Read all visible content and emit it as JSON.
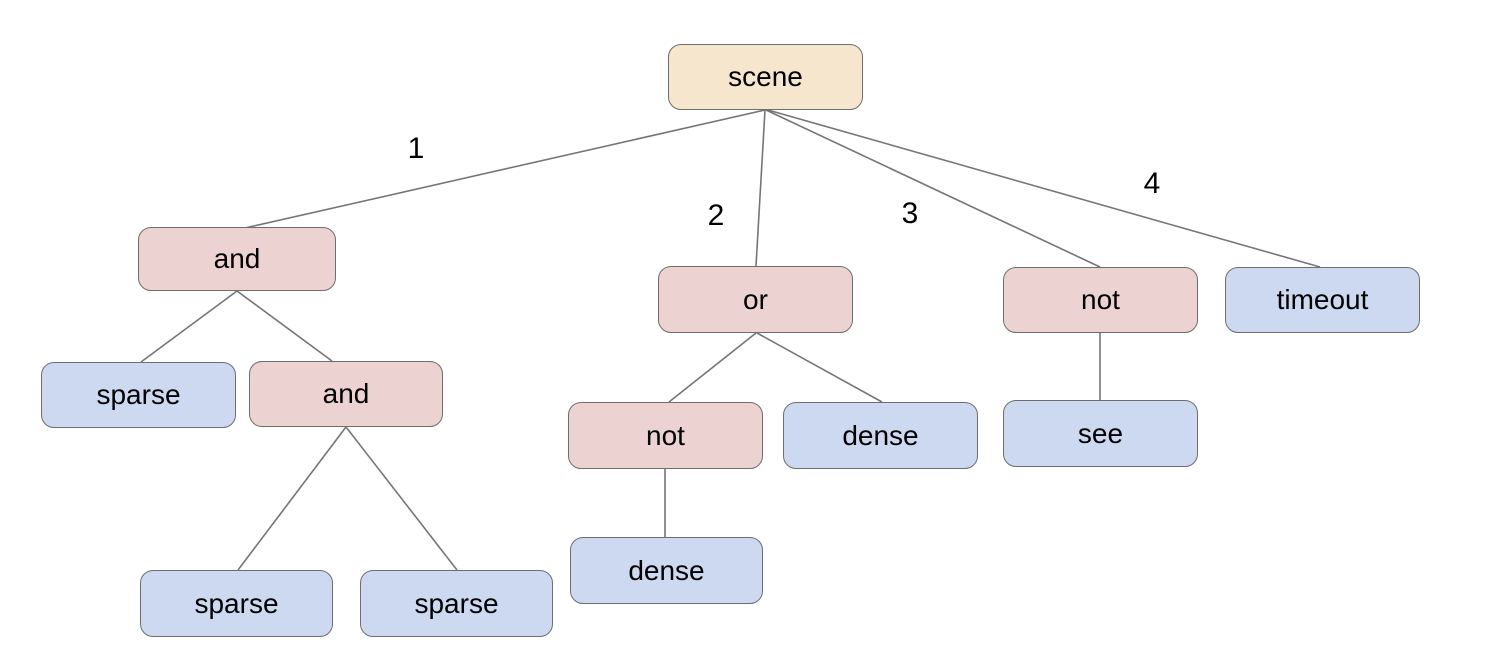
{
  "diagram": {
    "nodes": [
      {
        "id": "scene",
        "label": "scene",
        "role": "root"
      },
      {
        "id": "and-1",
        "label": "and",
        "role": "operator"
      },
      {
        "id": "or-1",
        "label": "or",
        "role": "operator"
      },
      {
        "id": "not-1",
        "label": "not",
        "role": "operator"
      },
      {
        "id": "timeout",
        "label": "timeout",
        "role": "leaf"
      },
      {
        "id": "sparse-1",
        "label": "sparse",
        "role": "leaf"
      },
      {
        "id": "and-2",
        "label": "and",
        "role": "operator"
      },
      {
        "id": "not-2",
        "label": "not",
        "role": "operator"
      },
      {
        "id": "dense-1",
        "label": "dense",
        "role": "leaf"
      },
      {
        "id": "see",
        "label": "see",
        "role": "leaf"
      },
      {
        "id": "dense-2",
        "label": "dense",
        "role": "leaf"
      },
      {
        "id": "sparse-2",
        "label": "sparse",
        "role": "leaf"
      },
      {
        "id": "sparse-3",
        "label": "sparse",
        "role": "leaf"
      }
    ],
    "edge_labels": [
      "1",
      "2",
      "3",
      "4"
    ],
    "edges": [
      {
        "from": "scene",
        "to": "and-1",
        "label": "1"
      },
      {
        "from": "scene",
        "to": "or-1",
        "label": "2"
      },
      {
        "from": "scene",
        "to": "not-1",
        "label": "3"
      },
      {
        "from": "scene",
        "to": "timeout",
        "label": "4"
      },
      {
        "from": "and-1",
        "to": "sparse-1"
      },
      {
        "from": "and-1",
        "to": "and-2"
      },
      {
        "from": "and-2",
        "to": "sparse-2"
      },
      {
        "from": "and-2",
        "to": "sparse-3"
      },
      {
        "from": "or-1",
        "to": "not-2"
      },
      {
        "from": "or-1",
        "to": "dense-1"
      },
      {
        "from": "not-2",
        "to": "dense-2"
      },
      {
        "from": "not-1",
        "to": "see"
      }
    ],
    "colors": {
      "root_fill": "#f6e6cd",
      "operator_fill": "#ecd3d1",
      "leaf_fill": "#cdd9f1",
      "node_border": "#6e6e6e",
      "edge_stroke": "#757575",
      "text": "#000000",
      "background": "#ffffff"
    }
  }
}
